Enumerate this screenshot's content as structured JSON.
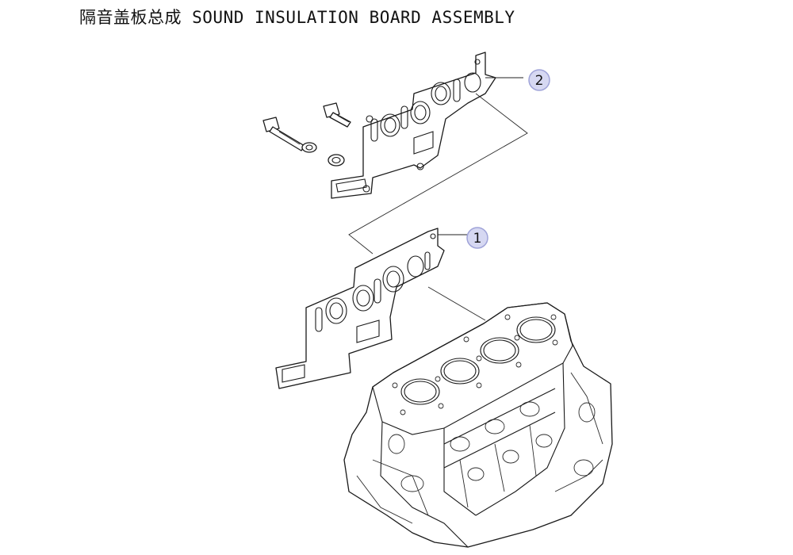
{
  "title": "隔音盖板总成 SOUND INSULATION BOARD ASSEMBLY",
  "callouts": [
    {
      "number": "1",
      "part": "lower-insulation-board"
    },
    {
      "number": "2",
      "part": "upper-insulation-board"
    }
  ]
}
